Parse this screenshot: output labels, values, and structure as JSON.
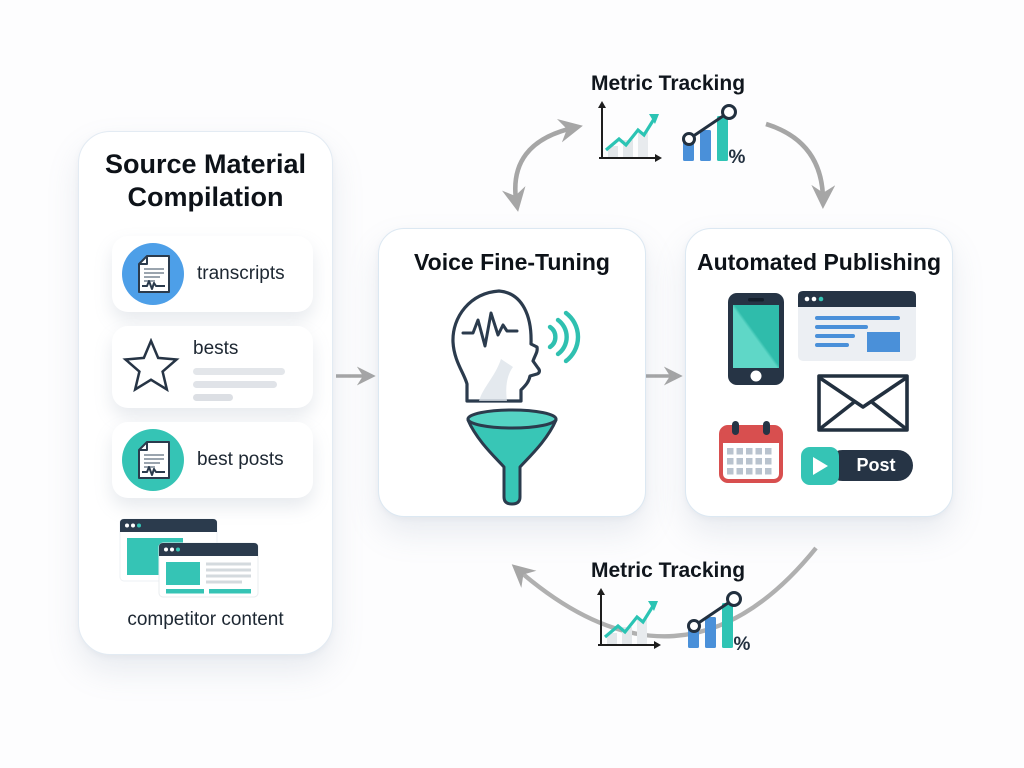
{
  "source": {
    "title": "Source Material Compilation",
    "items": [
      {
        "label": "transcripts",
        "icon": "document-blue-icon"
      },
      {
        "label": "bests",
        "icon": "star-icon"
      },
      {
        "label": "best posts",
        "icon": "document-teal-icon"
      },
      {
        "label": "competitor content",
        "icon": "browser-windows-icon"
      }
    ]
  },
  "voice": {
    "title": "Voice Fine-Tuning",
    "icons": [
      "head-voice-icon",
      "funnel-icon"
    ]
  },
  "publishing": {
    "title": "Automated Publishing",
    "icons": [
      "smartphone-icon",
      "browser-window-icon",
      "envelope-icon",
      "calendar-icon",
      "post-button"
    ],
    "post_button_label": "Post"
  },
  "metric_top": {
    "title": "Metric Tracking",
    "percent": "%",
    "icons": [
      "line-chart-icon",
      "bar-chart-percent-icon"
    ]
  },
  "metric_bottom": {
    "title": "Metric Tracking",
    "percent": "%",
    "icons": [
      "line-chart-icon",
      "bar-chart-percent-icon"
    ]
  },
  "colors": {
    "teal": "#35c4b5",
    "blue_circle": "#4d9fe8",
    "line_blue": "#4a90d9",
    "navy": "#263445",
    "calendar_red": "#d84f4f",
    "arrow_gray": "#a6a6a6",
    "card_border": "#dce8f2"
  }
}
